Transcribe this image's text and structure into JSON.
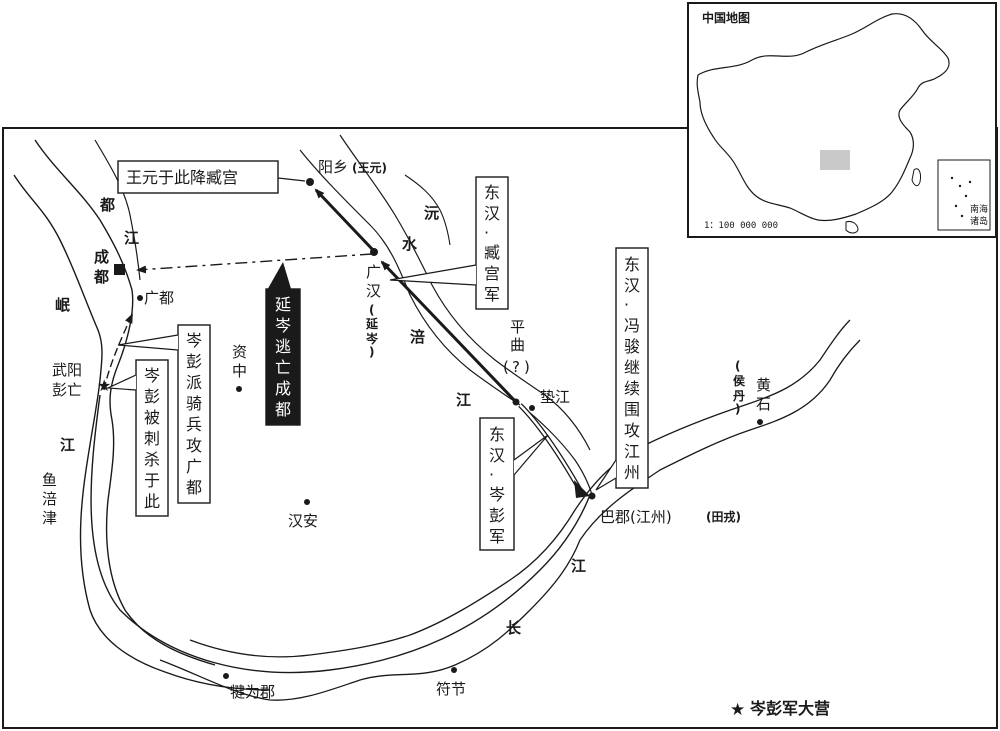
{
  "inset": {
    "title": "中国地图",
    "scale": "1：100 000 000",
    "south_sea": [
      "南海",
      "诸岛"
    ]
  },
  "places": {
    "yangxiang": "阳乡",
    "wang_yuan_tag": "(王元)",
    "guanghan": [
      "广",
      "汉"
    ],
    "yan_cen_tag": [
      "(",
      "延",
      "岑",
      ")"
    ],
    "chengdu": [
      "成",
      "都"
    ],
    "guangdu": "广都",
    "ziz hong": [
      "资",
      "中"
    ],
    "wuyang": [
      "武阳"
    ],
    "pengwang": [
      "彭亡"
    ],
    "yufujin": [
      "鱼",
      "涪",
      "津"
    ],
    "hanan": "汉安",
    "pingqu": [
      "平",
      "曲"
    ],
    "question": [
      "(",
      "?",
      ")"
    ],
    "dianjiang": "垫江",
    "huangshi": [
      "黄",
      "石"
    ],
    "hou_dan_tag": [
      "(",
      "侯",
      "丹",
      ")"
    ],
    "bajun": "巴郡(江州)",
    "tian_rong_tag": "(田戎)",
    "fujie": "符节",
    "jianwei": "犍为郡"
  },
  "rivers": {
    "du": "都",
    "jiang1": "江",
    "min": "岷",
    "jiang2": "江",
    "yuan": "沅",
    "shui": "水",
    "fu": "涪",
    "jiang3": "江",
    "chang": "长",
    "jiang4": "江"
  },
  "boxes": {
    "wang_yuan": "王元于此降臧宫",
    "zang_gong": [
      "东",
      "汉",
      "·",
      "臧",
      "宫",
      "军"
    ],
    "feng_jun": [
      "东",
      "汉",
      "·",
      "冯",
      "骏",
      "继",
      "续",
      "围",
      "攻",
      "江",
      "州"
    ],
    "yan_cen_flee": [
      "延",
      "岑",
      "逃",
      "亡",
      "成",
      "都"
    ],
    "cen_peng_cavalry": [
      "岑",
      "彭",
      "派",
      "骑",
      "兵",
      "攻",
      "广",
      "都"
    ],
    "cen_peng_killed": [
      "岑",
      "彭",
      "被",
      "刺",
      "杀",
      "于",
      "此"
    ],
    "cen_peng_army": [
      "东",
      "汉",
      "·",
      "岑",
      "彭",
      "军"
    ]
  },
  "legend": {
    "star": "★",
    "label": "岑彭军大营"
  }
}
